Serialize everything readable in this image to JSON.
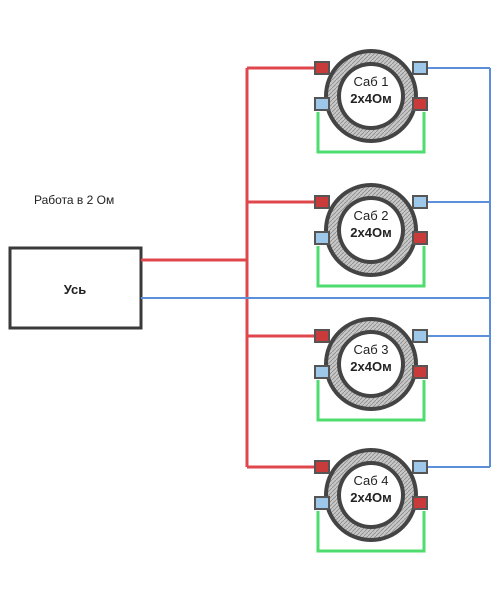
{
  "caption": "Работа в 2 Ом",
  "amplifier": {
    "label": "Усь"
  },
  "subwoofers": [
    {
      "name": "Саб 1",
      "spec": "2x4Ом"
    },
    {
      "name": "Саб 2",
      "spec": "2x4Ом"
    },
    {
      "name": "Саб 3",
      "spec": "2x4Ом"
    },
    {
      "name": "Саб 4",
      "spec": "2x4Ом"
    }
  ],
  "colors": {
    "positive_wire": "#e0474c",
    "negative_wire": "#5b8fd9",
    "bridge_wire": "#4fdc6e",
    "amp_border": "#3a3a3a",
    "speaker_ring": "#444444",
    "speaker_surround": "#bdbdbd",
    "terminal_red": "#c93a3a",
    "terminal_blue": "#9ec8ea"
  }
}
